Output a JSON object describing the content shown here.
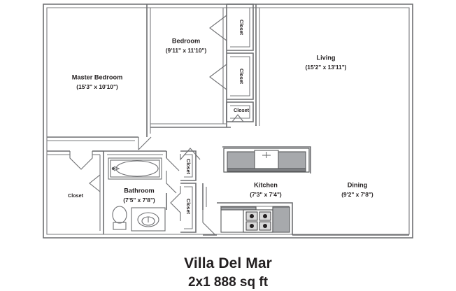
{
  "caption": {
    "title": "Villa Del Mar",
    "subtitle": "2x1 888 sq ft"
  },
  "rooms": [
    {
      "key": "master_bedroom",
      "name": "Master Bedroom",
      "dimensions": "(15'3\" x 10'10\")"
    },
    {
      "key": "bedroom",
      "name": "Bedroom",
      "dimensions": "(9'11\" x 11'10\")"
    },
    {
      "key": "living",
      "name": "Living",
      "dimensions": "(15'2\" x 13'11\")"
    },
    {
      "key": "bathroom",
      "name": "Bathroom",
      "dimensions": "(7'5\" x 7'8\")"
    },
    {
      "key": "kitchen",
      "name": "Kitchen",
      "dimensions": "(7'3\" x 7'4\")"
    },
    {
      "key": "dining",
      "name": "Dining",
      "dimensions": "(9'2\" x 7'8\")"
    }
  ],
  "closets": [
    {
      "key": "bedroom_closet_top",
      "label": "Closet",
      "orientation": "vertical"
    },
    {
      "key": "bedroom_closet_middle",
      "label": "Closet",
      "orientation": "vertical"
    },
    {
      "key": "hall_closet_small",
      "label": "Closet",
      "orientation": "horizontal"
    },
    {
      "key": "hall_closet_upper",
      "label": "Closet",
      "orientation": "vertical"
    },
    {
      "key": "hall_closet_lower",
      "label": "Closet",
      "orientation": "vertical"
    },
    {
      "key": "master_closet",
      "label": "Closet",
      "orientation": "horizontal"
    }
  ],
  "fixtures": [
    {
      "key": "bathtub",
      "name": "bathtub"
    },
    {
      "key": "toilet",
      "name": "toilet"
    },
    {
      "key": "vanity-sink",
      "name": "vanity-sink"
    },
    {
      "key": "kitchen-sink-counter",
      "name": "kitchen-sink-counter"
    },
    {
      "key": "stove-range",
      "name": "stove-range"
    },
    {
      "key": "kitchen-counter-lower",
      "name": "kitchen-counter-lower"
    }
  ],
  "colors": {
    "wall": "#6d6e71",
    "counter": "#a7a9ac",
    "counter_dark": "#808285",
    "text": "#231f20",
    "background": "#ffffff"
  }
}
